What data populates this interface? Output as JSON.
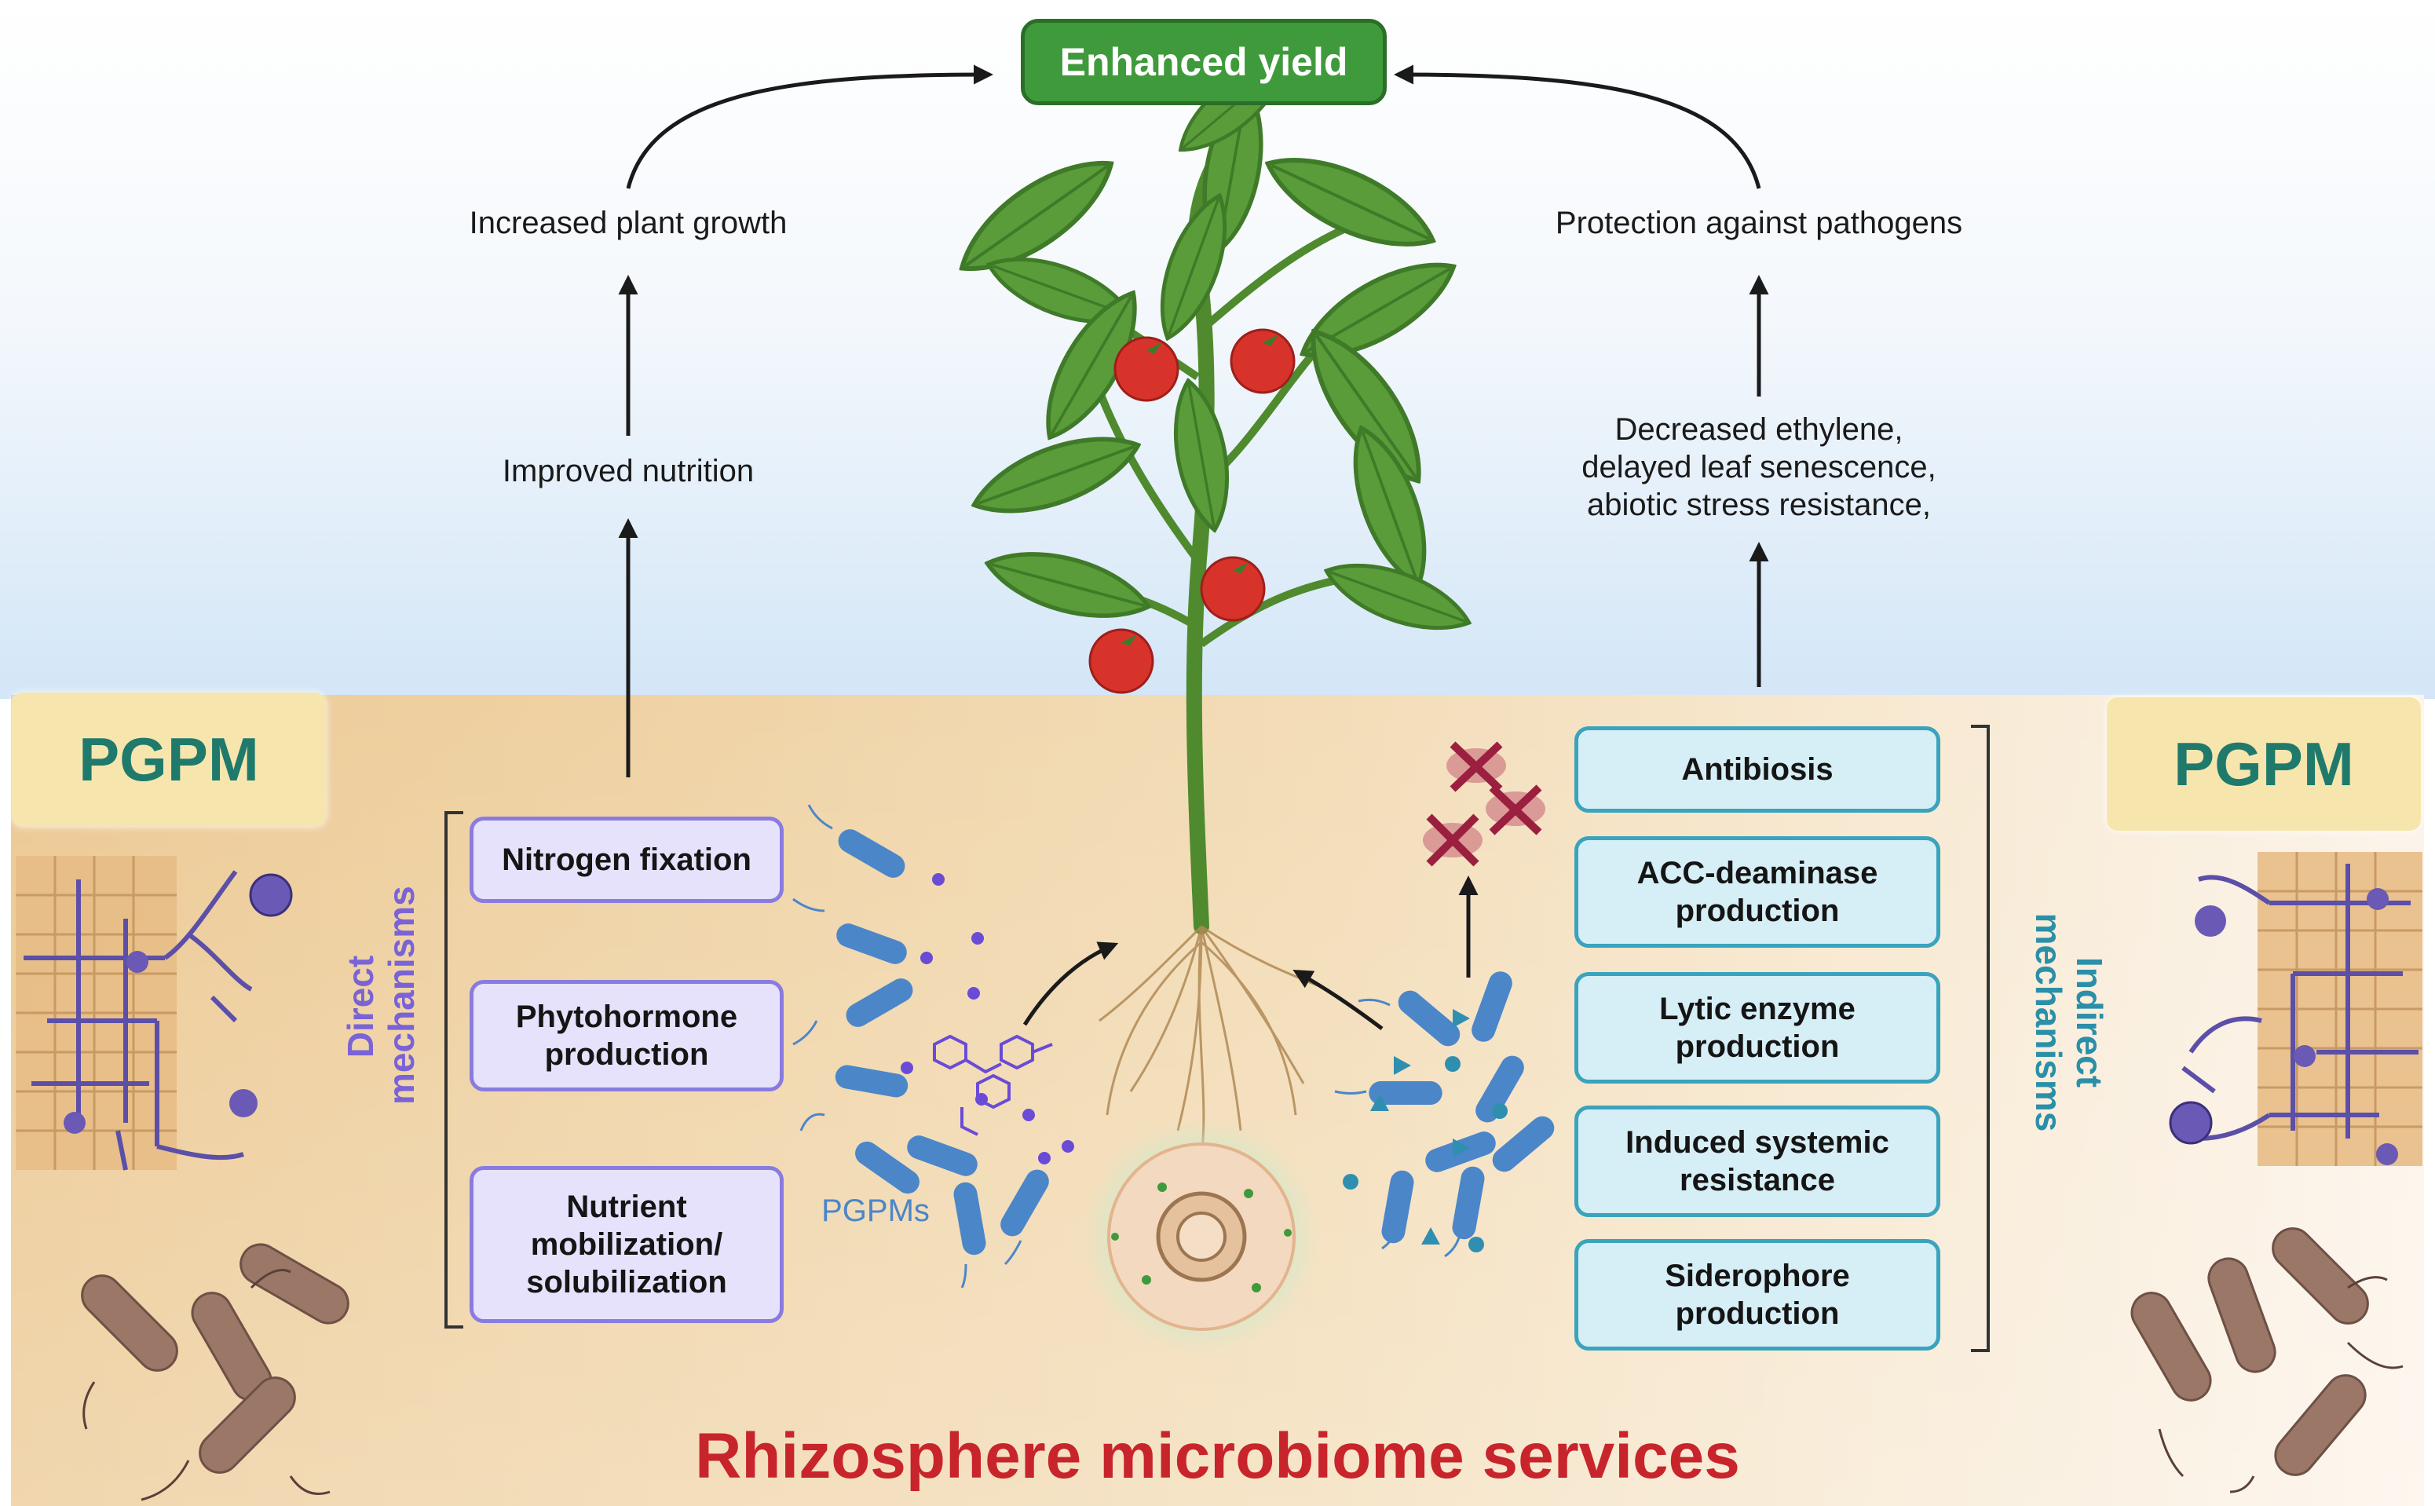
{
  "outcome": {
    "enhanced_yield": "Enhanced yield",
    "increased_growth": "Increased plant growth",
    "protection": "Protection against pathogens",
    "improved_nutrition": "Improved nutrition",
    "decreased_ethylene": [
      "Decreased ethylene,",
      "delayed leaf senescence,",
      "abiotic stress resistance,"
    ]
  },
  "pgpm_left": "PGPM",
  "pgpm_right": "PGPM",
  "direct": {
    "label": [
      "Direct",
      "mechanisms"
    ],
    "items": [
      [
        "Nitrogen fixation"
      ],
      [
        "Phytohormone",
        "production"
      ],
      [
        "Nutrient",
        "mobilization/",
        "solubilization"
      ]
    ]
  },
  "indirect": {
    "label": [
      "Indirect",
      "mechanisms"
    ],
    "items": [
      [
        "Antibiosis"
      ],
      [
        "ACC-deaminase",
        "production"
      ],
      [
        "Lytic enzyme",
        "production"
      ],
      [
        "Induced systemic",
        "resistance"
      ],
      [
        "Siderophore",
        "production"
      ]
    ]
  },
  "pgpms_label": "PGPMs",
  "title": "Rhizosphere microbiome services",
  "colors": {
    "yield_green": "#3f9a3c",
    "direct_purple": "#8a7be0",
    "indirect_teal": "#3aa3bd",
    "title_red": "#c8242b",
    "pgpm_text": "#1f7a6c"
  }
}
